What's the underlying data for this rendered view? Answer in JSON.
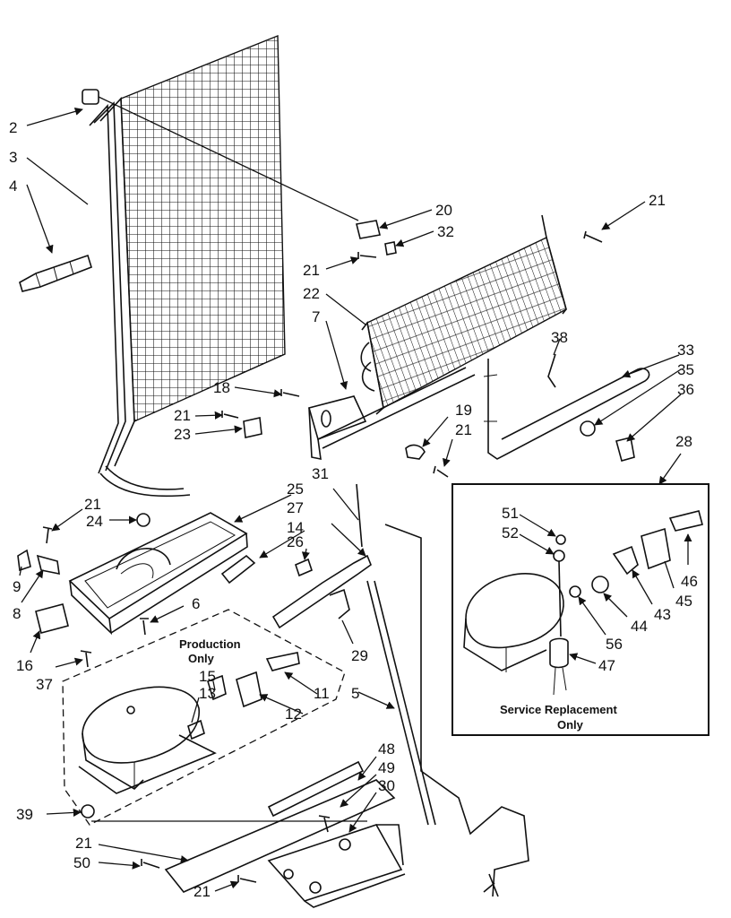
{
  "diagram": {
    "part_labels": [
      "2",
      "3",
      "4",
      "20",
      "32",
      "21",
      "21",
      "22",
      "7",
      "38",
      "33",
      "35",
      "36",
      "18",
      "21",
      "23",
      "19",
      "21",
      "28",
      "31",
      "25",
      "21",
      "24",
      "27",
      "14",
      "26",
      "9",
      "8",
      "6",
      "51",
      "52",
      "46",
      "45",
      "43",
      "44",
      "56",
      "47",
      "16",
      "37",
      "29",
      "15",
      "13",
      "11",
      "12",
      "5",
      "48",
      "49",
      "30",
      "39",
      "21",
      "50",
      "21"
    ],
    "notes": {
      "production": [
        "Production",
        "Only"
      ],
      "service": [
        "Service Replacement",
        "Only"
      ]
    }
  }
}
